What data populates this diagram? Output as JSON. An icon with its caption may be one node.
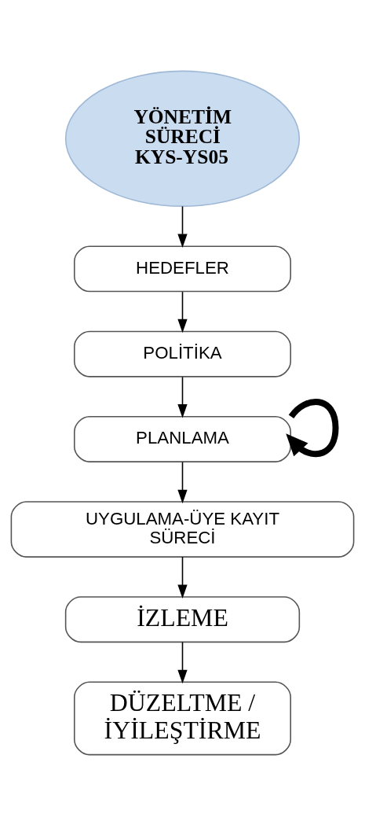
{
  "diagram": {
    "nodes": [
      {
        "text": [
          "YÖNETİM SÜRECİ KYS-YS05"
        ]
      },
      {
        "text": [
          "HEDEFLER"
        ]
      },
      {
        "text": [
          "POLİTİKA"
        ]
      },
      {
        "text": [
          "PLANLAMA"
        ]
      },
      {
        "text": [
          "UYGULAMA-ÜYE KAYIT SÜRECİ"
        ]
      },
      {
        "text": [
          "İZLEME"
        ]
      },
      {
        "text": [
          "DÜZELTME / İYİLEŞTİRME"
        ]
      }
    ],
    "edges": [
      {
        "from": 0,
        "to": 1,
        "arrow": "to"
      },
      {
        "from": 1,
        "to": 2,
        "arrow": "to"
      },
      {
        "from": 2,
        "to": 3,
        "arrow": "to"
      },
      {
        "from": 3,
        "to": 3,
        "arrow": "to",
        "style": "thick"
      },
      {
        "from": 3,
        "to": 4,
        "arrow": "to"
      },
      {
        "from": 4,
        "to": 5,
        "arrow": "to"
      },
      {
        "from": 5,
        "to": 6,
        "arrow": "to"
      }
    ]
  }
}
